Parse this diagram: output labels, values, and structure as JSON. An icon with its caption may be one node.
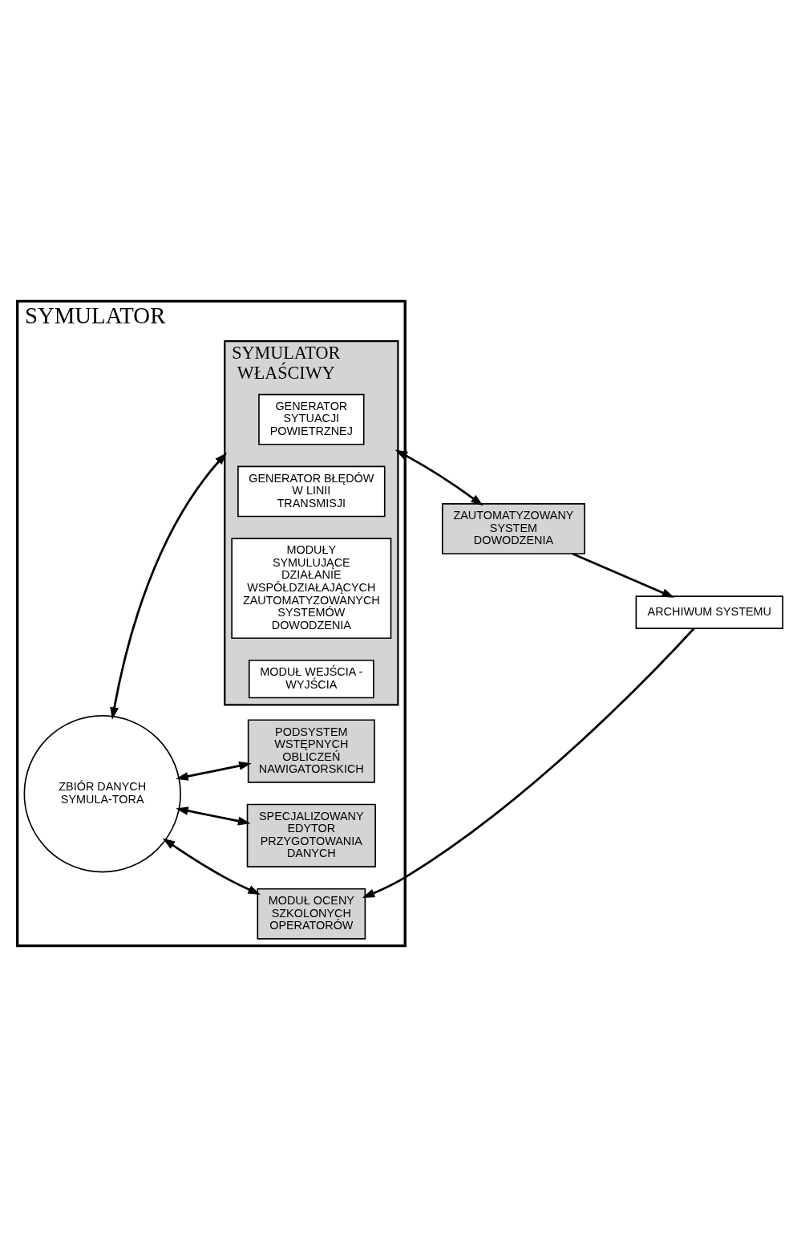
{
  "diagram": {
    "nodes": [
      {
        "text": [
          "SYMULATOR"
        ]
      },
      {
        "text": [
          "SYMULATOR WŁAŚCIWY"
        ],
        "in": 0
      },
      {
        "text": [
          "GENERATOR SYTUACJI POWIETRZNEJ"
        ],
        "in": 1
      },
      {
        "text": [
          "GENERATOR BŁĘDÓW W LINII TRANSMISJI"
        ],
        "in": 1
      },
      {
        "text": [
          "MODUŁY SYMULUJĄCE DZIAŁANIE WSPÓŁDZIAŁAJĄCYCH ZAUTOMATYZOWANYCH SYSTEMÓW DOWODZENIA"
        ],
        "in": 1
      },
      {
        "text": [
          "MODUŁ WEJŚCIA - WYJŚCIA"
        ],
        "in": 1
      },
      {
        "text": [
          "ZBIÓR DANYCH SYMULA-TORA"
        ],
        "in": 0
      },
      {
        "text": [
          "SPECJALIZOWANY EDYTOR PRZYGOTOWANIA DANYCH"
        ],
        "in": 0
      },
      {
        "text": [
          "PODSYSTEM WSTĘPNYCH OBLICZEŃ NAWIGATORSKICH"
        ],
        "in": 0
      },
      {
        "text": [
          "MODUŁ OCENY SZKOLONYCH OPERATORÓW"
        ],
        "in": 0
      },
      {
        "text": [
          "ZAUTOMATYZOWANY SYSTEM DOWODZENIA"
        ]
      },
      {
        "text": [
          "ARCHIWUM SYSTEMU"
        ]
      }
    ],
    "edges": [
      {
        "from": 6,
        "to": 1,
        "arrow": "both"
      },
      {
        "from": 6,
        "to": 7,
        "arrow": "both"
      },
      {
        "from": 6,
        "to": 8,
        "arrow": "both"
      },
      {
        "from": 6,
        "to": 9,
        "arrow": "both"
      },
      {
        "from": 1,
        "to": 10,
        "arrow": "both"
      },
      {
        "from": 10,
        "to": 11,
        "arrow": "to"
      },
      {
        "from": 11,
        "to": 9,
        "arrow": "to"
      }
    ]
  }
}
